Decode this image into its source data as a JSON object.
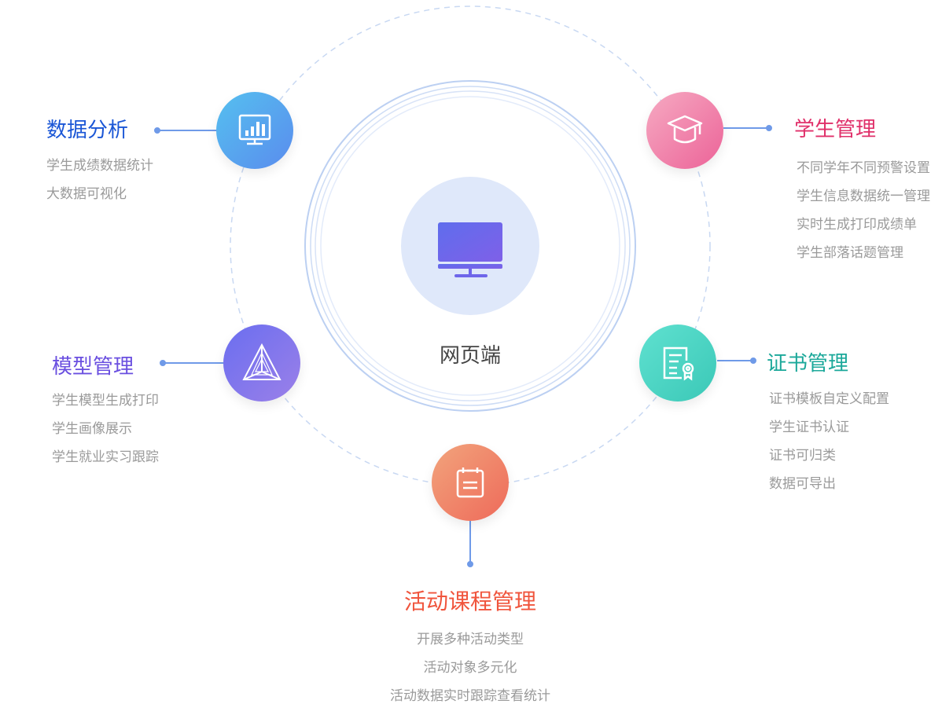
{
  "center": {
    "label": "网页端",
    "icon": "monitor-icon"
  },
  "modules": {
    "data": {
      "title": "数据分析",
      "items": [
        "学生成绩数据统计",
        "大数据可视化"
      ],
      "icon": "bar-chart-monitor-icon",
      "color": "#1a56d6"
    },
    "student": {
      "title": "学生管理",
      "items": [
        "不同学年不同预警设置",
        "学生信息数据统一管理",
        "实时生成打印成绩单",
        "学生部落话题管理"
      ],
      "icon": "graduation-cap-icon",
      "color": "#e0306a"
    },
    "model": {
      "title": "模型管理",
      "items": [
        "学生模型生成打印",
        "学生画像展示",
        "学生就业实习跟踪"
      ],
      "icon": "pyramid-icon",
      "color": "#6a4fe0"
    },
    "cert": {
      "title": "证书管理",
      "items": [
        "证书模板自定义配置",
        "学生证书认证",
        "证书可归类",
        "数据可导出"
      ],
      "icon": "certificate-icon",
      "color": "#1ba89a"
    },
    "activity": {
      "title": "活动课程管理",
      "items": [
        "开展多种活动类型",
        "活动对象多元化",
        "活动数据实时跟踪查看统计"
      ],
      "icon": "calendar-icon",
      "color": "#f0553d"
    }
  }
}
